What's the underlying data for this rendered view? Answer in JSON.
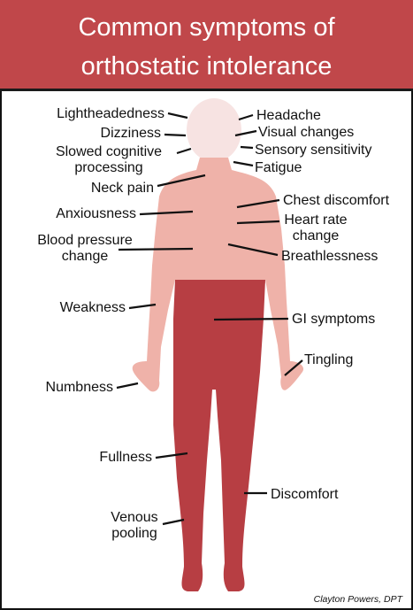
{
  "title": {
    "line1": "Common symptoms of",
    "line2": "orthostatic intolerance"
  },
  "colors": {
    "header": "#c0474a",
    "head": "#f7e3e2",
    "upper_body": "#efb2a9",
    "lower_body": "#b73e43"
  },
  "labels": {
    "lightheadedness": "Lightheadedness",
    "dizziness": "Dizziness",
    "slowed_cognitive_1": "Slowed cognitive",
    "slowed_cognitive_2": "processing",
    "neck_pain": "Neck pain",
    "anxiousness": "Anxiousness",
    "blood_pressure_1": "Blood pressure",
    "blood_pressure_2": "change",
    "weakness": "Weakness",
    "numbness": "Numbness",
    "fullness": "Fullness",
    "venous_1": "Venous",
    "venous_2": "pooling",
    "headache": "Headache",
    "visual_changes": "Visual changes",
    "sensory_sensitivity": "Sensory sensitivity",
    "fatigue": "Fatigue",
    "chest_discomfort": "Chest discomfort",
    "heart_rate_1": "Heart rate",
    "heart_rate_2": "change",
    "breathlessness": "Breathlessness",
    "gi_symptoms": "GI symptoms",
    "tingling": "Tingling",
    "discomfort": "Discomfort"
  },
  "credit": "Clayton Powers, DPT"
}
